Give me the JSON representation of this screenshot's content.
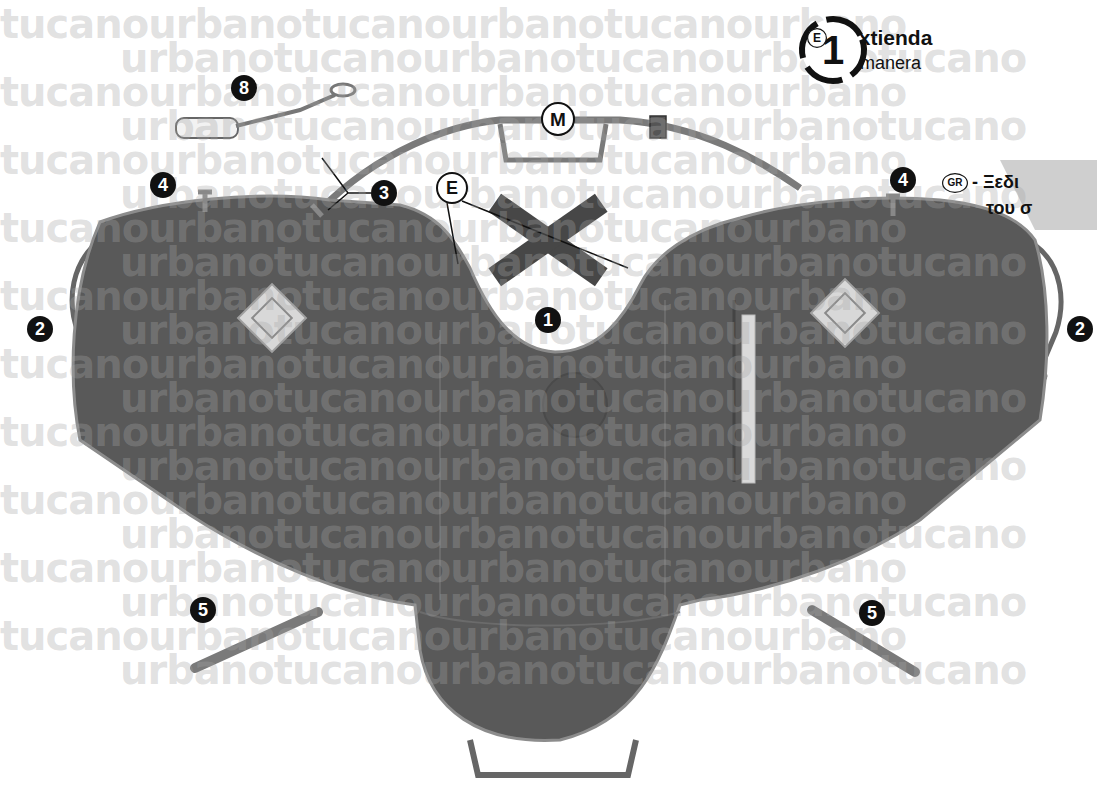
{
  "diagram": {
    "nodes": [
      {
        "text": [
          "1"
        ]
      },
      {
        "text": [
          "E"
        ]
      },
      {
        "text": [
          "8"
        ]
      },
      {
        "text": [
          "M"
        ]
      },
      {
        "text": [
          "4"
        ]
      },
      {
        "text": [
          "GR"
        ]
      },
      {
        "text": [
          "4"
        ]
      },
      {
        "text": [
          "E"
        ]
      },
      {
        "text": [
          "3"
        ]
      },
      {
        "text": [
          "1"
        ]
      },
      {
        "text": [
          "2"
        ]
      },
      {
        "text": [
          "2"
        ]
      },
      {
        "text": [
          "5"
        ]
      },
      {
        "text": [
          "5"
        ]
      }
    ],
    "labels": [
      "- Extienda",
      "de manera",
      "- Ξεδι",
      "του σ",
      "tucanourbanotucanourbanotucanourbano",
      "urbanotucanourbanotucanourbanotucano",
      "tucanourbanotucanourbanotucanourbano",
      "urbanotucanourbanotucanourbanotucano",
      "tucanourbanotucanourbanotucanourbano",
      "urbanotucanourbanotucanourbanotucano",
      "tucanourbanotucanourbanotucanourbano",
      "urbanotucanourbanotucanourbanotucano",
      "tucanourbanotucanourbanotucanourbano",
      "urbanotucanourbanotucanourbanotucano",
      "tucanourbanotucanourbanotucanourbano",
      "urbanotucanourbanotucanourbanotucano",
      "tucanourbanotucanourbanotucanourbano",
      "urbanotucanourbanotucanourbanotucano",
      "tucanourbanotucanourbanotucanourbano",
      "urbanotucanourbanotucanourbanotucano",
      "tucanourbanotucanourbanotucanourbano",
      "urbanotucanourbanotucanourbanotucano",
      "tucanourbanotucanourbanotucanourbano",
      "urbanotucanourbanotucanourbanotucano"
    ]
  }
}
